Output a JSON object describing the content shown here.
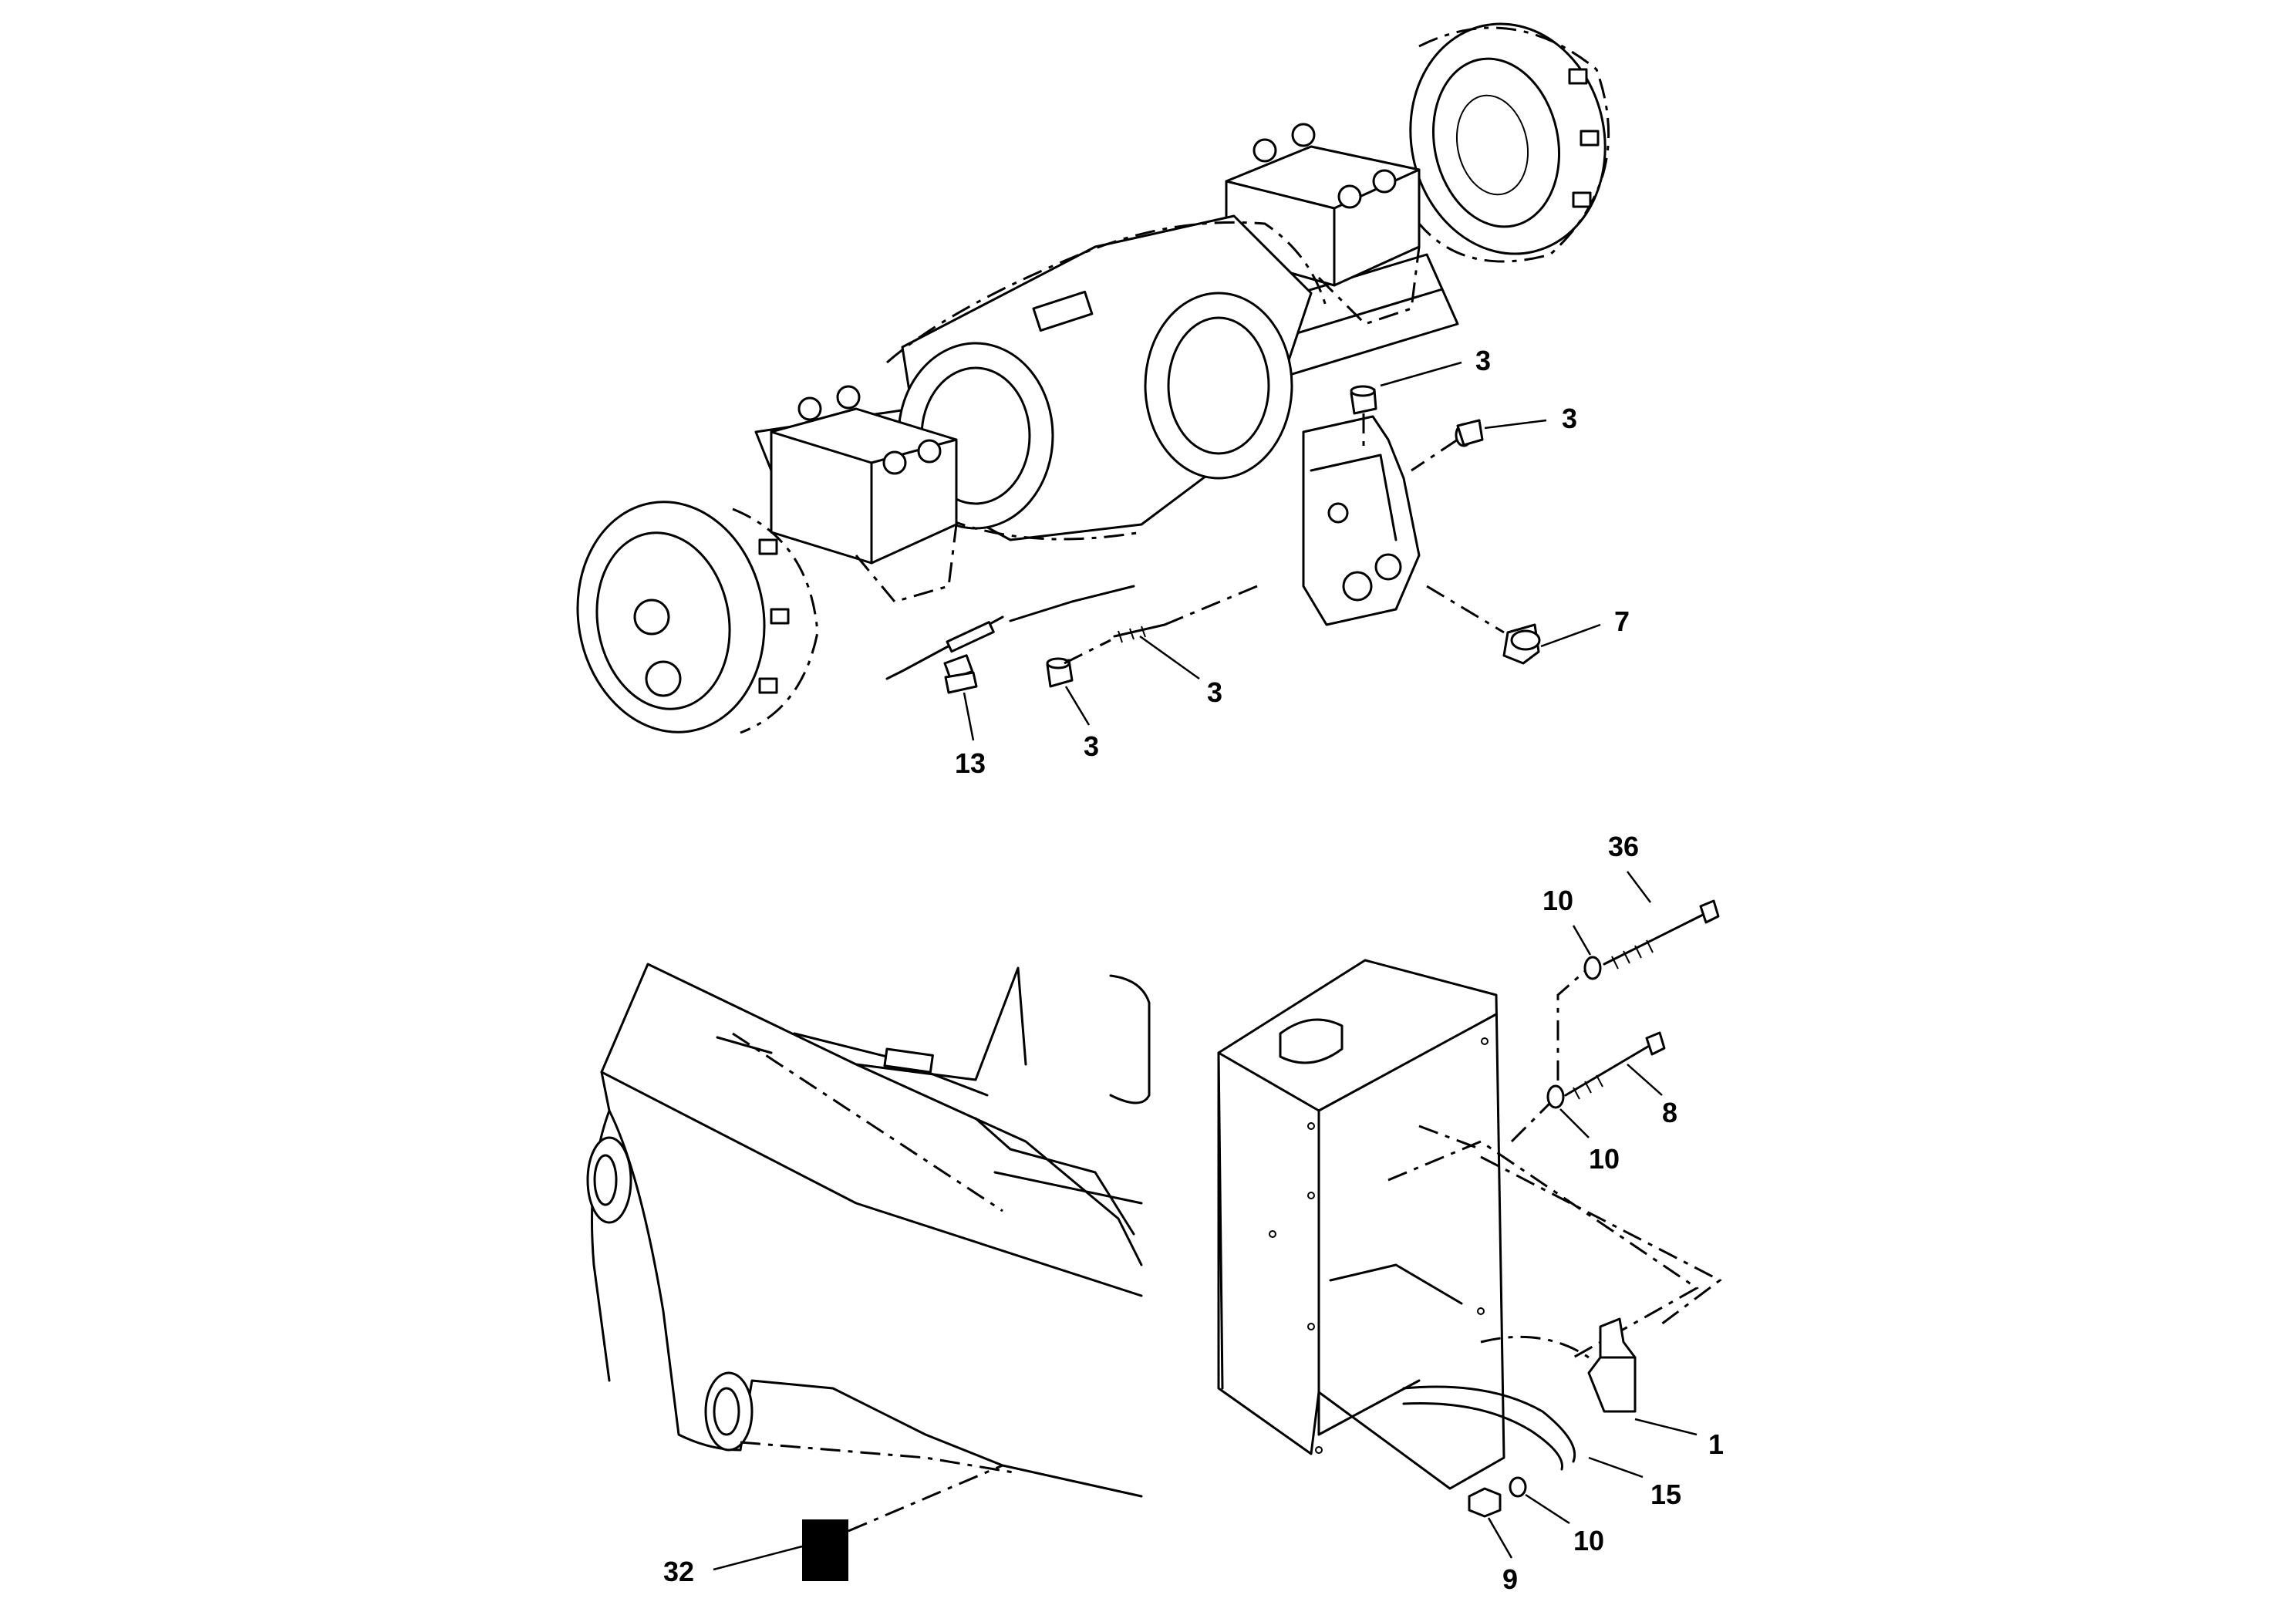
{
  "callouts": {
    "c1": "3",
    "c2": "3",
    "c3": "7",
    "c4": "3",
    "c5": "3",
    "c6": "13",
    "c7": "36",
    "c8": "10",
    "c9": "8",
    "c10": "10",
    "c11": "1",
    "c12": "15",
    "c13": "10",
    "c14": "9",
    "c15": "32"
  },
  "colors": {
    "ink": "#000000",
    "paper": "#ffffff",
    "label_block": "#000000"
  }
}
